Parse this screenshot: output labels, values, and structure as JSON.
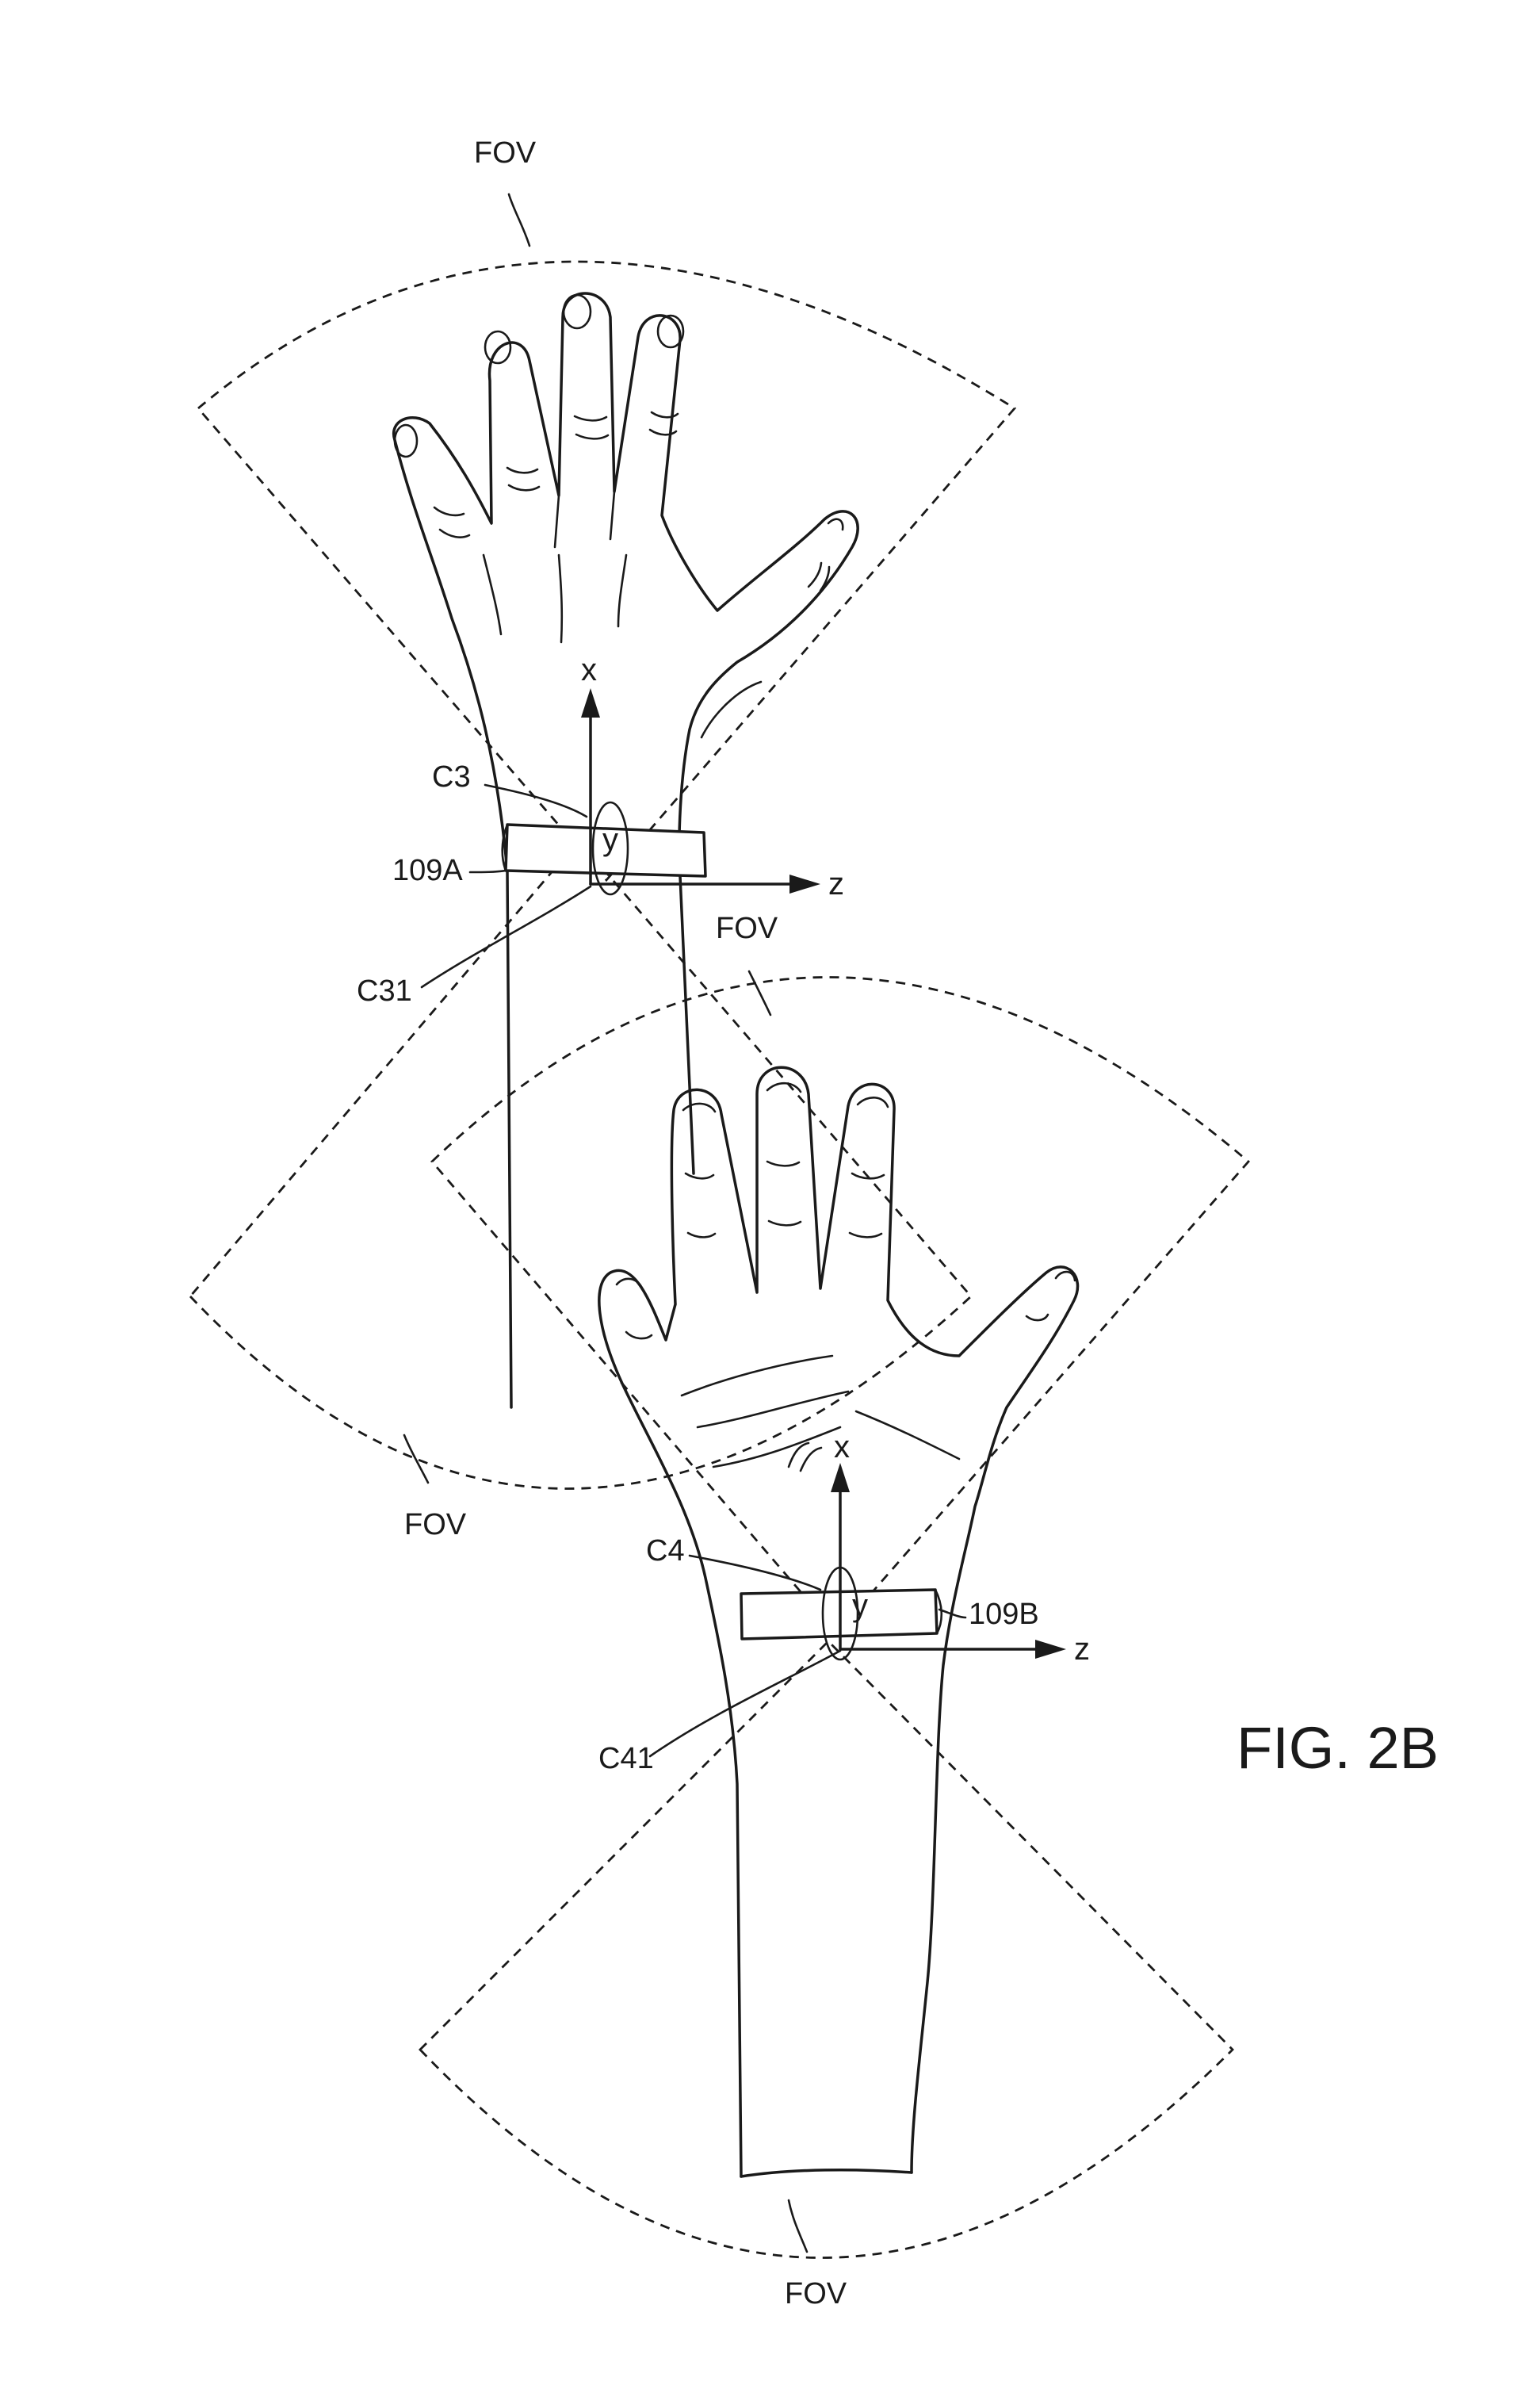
{
  "figure": {
    "title": "FIG. 2B"
  },
  "labels": {
    "fov": "FOV",
    "c3": "C3",
    "c31": "C31",
    "c4": "C4",
    "c41": "C41",
    "band_a": "109A",
    "band_b": "109B"
  },
  "axes": {
    "x": "x",
    "y": "y",
    "z": "z"
  }
}
